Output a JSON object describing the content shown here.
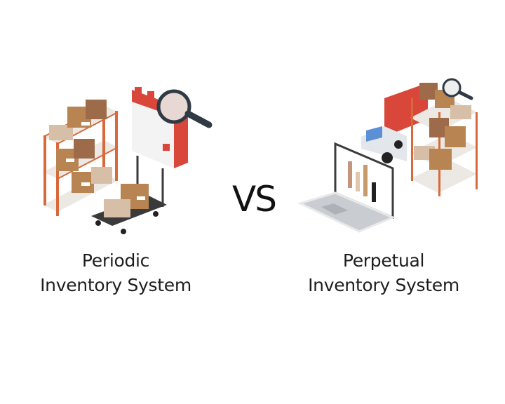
{
  "comparison": {
    "separator": "VS",
    "left": {
      "title_line1": "Periodic",
      "title_line2": "Inventory System",
      "illustration": [
        "shelf-icon",
        "boxes-icon",
        "calendar-icon",
        "magnifier-icon",
        "hand-truck-icon"
      ]
    },
    "right": {
      "title_line1": "Perpetual",
      "title_line2": "Inventory System",
      "illustration": [
        "laptop-icon",
        "bar-chart-icon",
        "delivery-truck-icon",
        "shelf-icon",
        "boxes-icon",
        "magnifier-icon"
      ]
    }
  },
  "colors": {
    "shelf_frame": "#d9693b",
    "shelf_board": "#ece8e3",
    "box_brown": "#b88452",
    "box_dark": "#9e6b4a",
    "box_light": "#d6bfa6",
    "calendar_red": "#d8473a",
    "magnifier_dark": "#2f3a44",
    "truck_body": "#e3e6ea",
    "truck_window": "#5b8fd6",
    "laptop_frame": "#3c3c3c",
    "laptop_base": "#c9ccd0"
  }
}
